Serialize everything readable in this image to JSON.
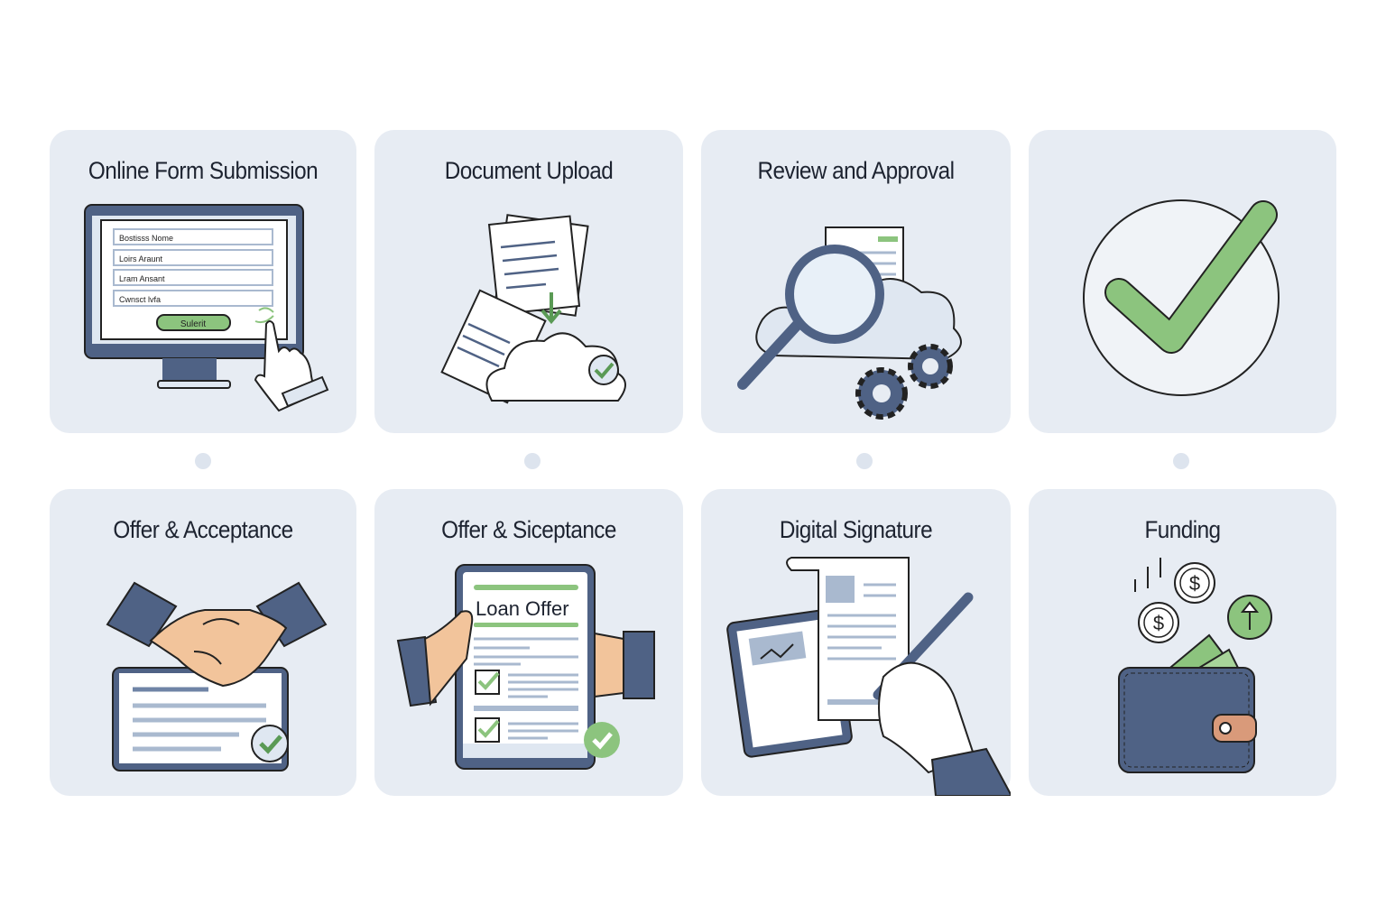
{
  "colors": {
    "navy": "#4f6285",
    "green": "#8cc47e",
    "card": "#e7ecf3",
    "skin": "#f2c49b"
  },
  "steps": [
    {
      "title": "Online Form Submission",
      "icon": "computer-form-icon",
      "form": {
        "fields": [
          "Bostisss Nome",
          "Loirs Araunt",
          "Lram Ansant",
          "Cwnsct lvfa"
        ],
        "submit": "Sulerit"
      }
    },
    {
      "title": "Document Upload",
      "icon": "document-cloud-upload-icon"
    },
    {
      "title": "Review and Approval",
      "icon": "magnifier-gears-icon"
    },
    {
      "title": "",
      "icon": "check-circle-icon"
    },
    {
      "title": "Offer & Acceptance",
      "icon": "handshake-icon"
    },
    {
      "title": "Offer & Siceptance",
      "icon": "loan-offer-tablet-icon",
      "doc_heading": "Loan Offer"
    },
    {
      "title": "Digital Signature",
      "icon": "pen-signature-icon"
    },
    {
      "title": "Funding",
      "icon": "wallet-money-icon",
      "coin_symbol": "$"
    }
  ]
}
